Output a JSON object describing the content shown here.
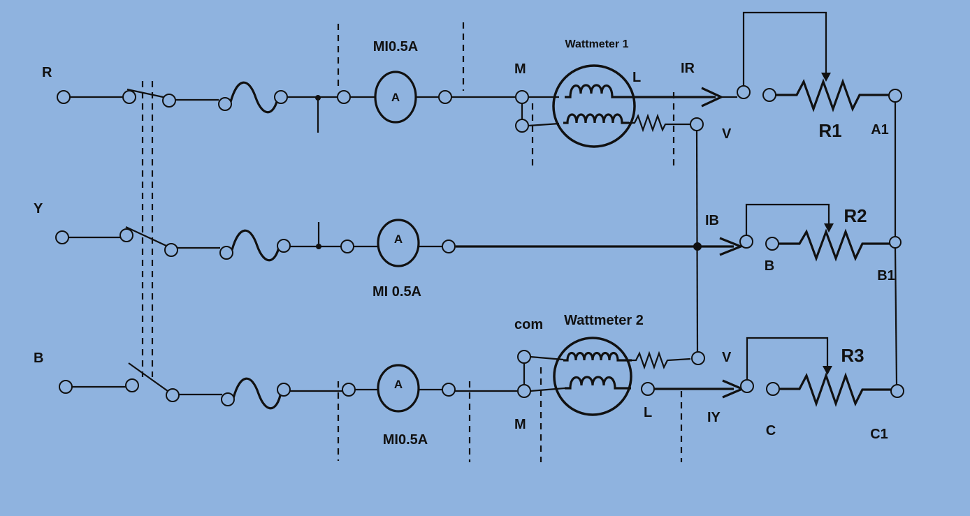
{
  "phases": {
    "r": "R",
    "y": "Y",
    "b": "B"
  },
  "ammeters": {
    "top_label": "MI0.5A",
    "middle_label": "MI 0.5A",
    "bottom_label": "MI0.5A",
    "symbol": "A"
  },
  "wattmeter1": {
    "title": "Wattmeter 1",
    "m": "M",
    "l": "L",
    "v": "V"
  },
  "wattmeter2": {
    "title": "Wattmeter 2",
    "com": "com",
    "m": "M",
    "l": "L",
    "v": "V"
  },
  "currents": {
    "top": "IR",
    "middle": "IB",
    "bottom": "IY"
  },
  "resistors": {
    "r1": "R1",
    "r2": "R2",
    "r3": "R3",
    "a1": "A1",
    "b": "B",
    "b1": "B1",
    "c": "C",
    "c1": "C1"
  }
}
